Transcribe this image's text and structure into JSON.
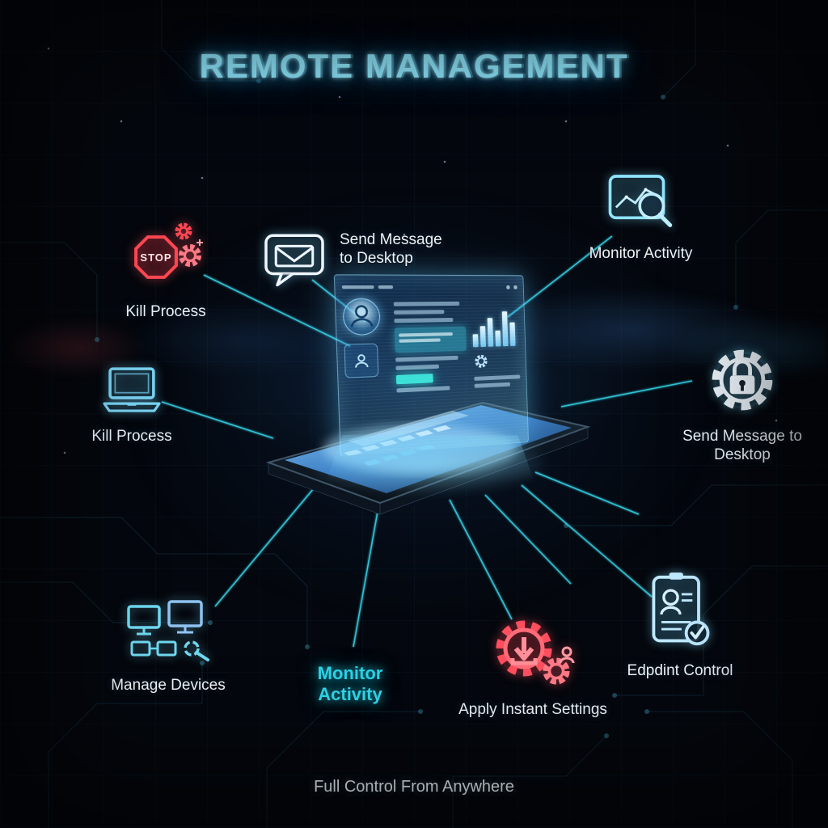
{
  "title": "REMOTE MANAGEMENT",
  "footer": "Full Control From Anywhere",
  "colors": {
    "background": "#04070d",
    "accent_cyan": "#35d6ea",
    "glow_blue": "#7fd4ff",
    "alert_red": "#ff4752",
    "text": "#f2f6fa",
    "holo_teal": "#35e0d8"
  },
  "nodes": {
    "kill_process_top": {
      "label": "Kill Process",
      "icon": "stop-gears-icon",
      "icon_text": "STOP"
    },
    "send_message_top": {
      "label": "Send Message to Desktop",
      "icon": "chat-envelope-icon"
    },
    "monitor_activity_top": {
      "label": "Monitor Activity",
      "icon": "chart-magnifier-icon"
    },
    "kill_process_left": {
      "label": "Kill Process",
      "icon": "laptop-icon"
    },
    "send_message_right": {
      "label": "Send Message to Desktop",
      "icon": "gear-lock-icon"
    },
    "manage_devices": {
      "label": "Manage Devices",
      "icon": "multi-devices-icon"
    },
    "monitor_activity_bottom": {
      "label": "Monitor Activity"
    },
    "apply_instant_settings": {
      "label": "Apply Instant Settings",
      "icon": "gear-download-icon"
    },
    "endpoint_control": {
      "label": "Edpdint Control",
      "icon": "id-card-check-icon"
    }
  }
}
